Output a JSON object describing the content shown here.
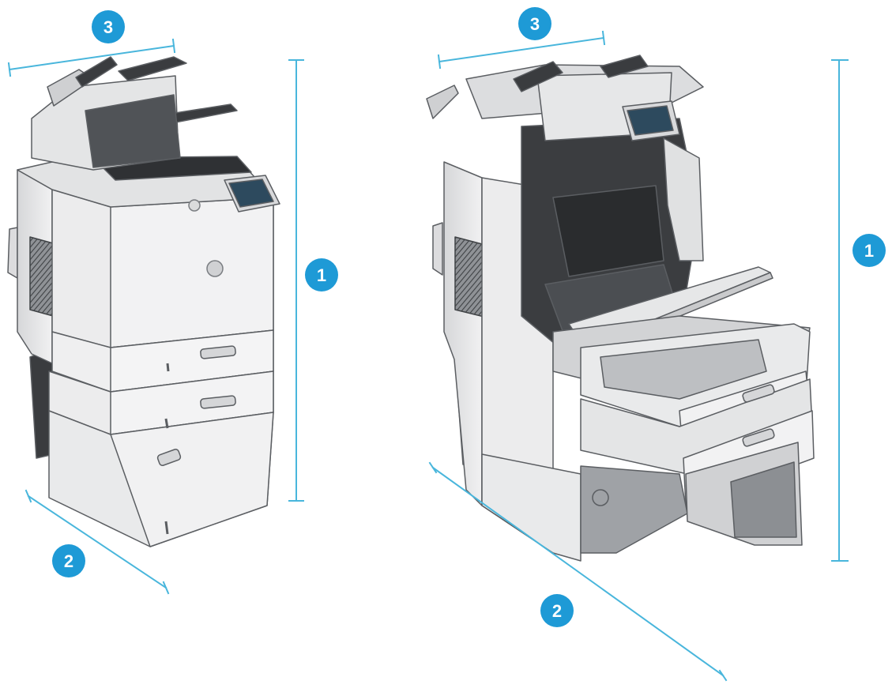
{
  "colors": {
    "accent": "#1e9ad6",
    "dimension_line": "#49b6dc",
    "printer_body": "#e7e8e9",
    "printer_outline": "#5b5e62",
    "printer_dark": "#3a3c3f"
  },
  "figures": [
    {
      "state": "closed",
      "callouts": [
        {
          "number": "1"
        },
        {
          "number": "2"
        },
        {
          "number": "3"
        }
      ]
    },
    {
      "state": "all doors and trays open",
      "callouts": [
        {
          "number": "1"
        },
        {
          "number": "2"
        },
        {
          "number": "3"
        }
      ]
    }
  ]
}
